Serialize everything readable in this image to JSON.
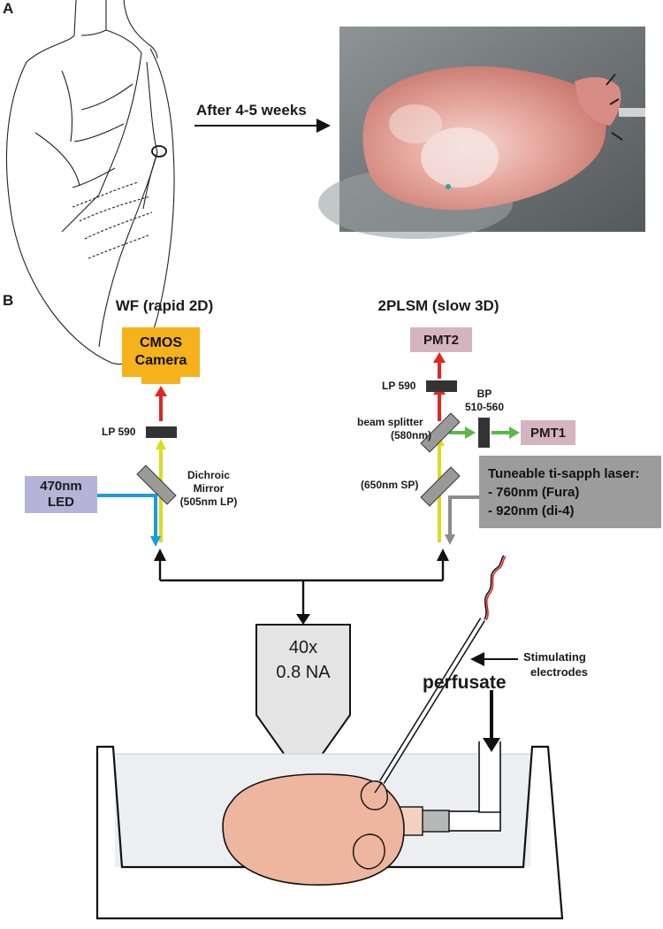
{
  "panel_a": {
    "letter": "A",
    "arrow_label": "After 4-5 weeks"
  },
  "panel_b": {
    "letter": "B",
    "wf": {
      "title": "WF (rapid 2D)",
      "camera": [
        "CMOS",
        "Camera"
      ],
      "filter": "LP 590",
      "led": [
        "470nm",
        "LED"
      ],
      "mirror": [
        "Dichroic",
        "Mirror",
        "(505nm LP)"
      ]
    },
    "tplsm": {
      "title": "2PLSM (slow 3D)",
      "pmt2": "PMT2",
      "pmt1": "PMT1",
      "filter": "LP 590",
      "bp": [
        "BP",
        "510-560"
      ],
      "splitter": [
        "beam splitter",
        "(580nm)"
      ],
      "sp": "(650nm SP)",
      "laser": [
        "Tuneable ti-sapph laser:",
        "- 760nm (Fura)",
        "- 920nm (di-4)"
      ]
    },
    "objective": [
      "40x",
      "0.8 NA"
    ],
    "electrodes": [
      "Stimulating",
      "electrodes"
    ],
    "perfusate": "perfusate"
  },
  "colors": {
    "camera_box": "#f5b21b",
    "pmt_box": "#d6b4bf",
    "led_box": "#b6b3d9",
    "laser_box": "#9c9c9c",
    "emission_red": "#e0261f",
    "excitation_blue": "#1b9be0",
    "fluorescence_green": "#5cb946",
    "beam_yellow": "#d9dc1c",
    "heart_tissue": "#eeb69e",
    "bath_water": "#eceef1",
    "objective_gray": "#e4e4e4"
  }
}
